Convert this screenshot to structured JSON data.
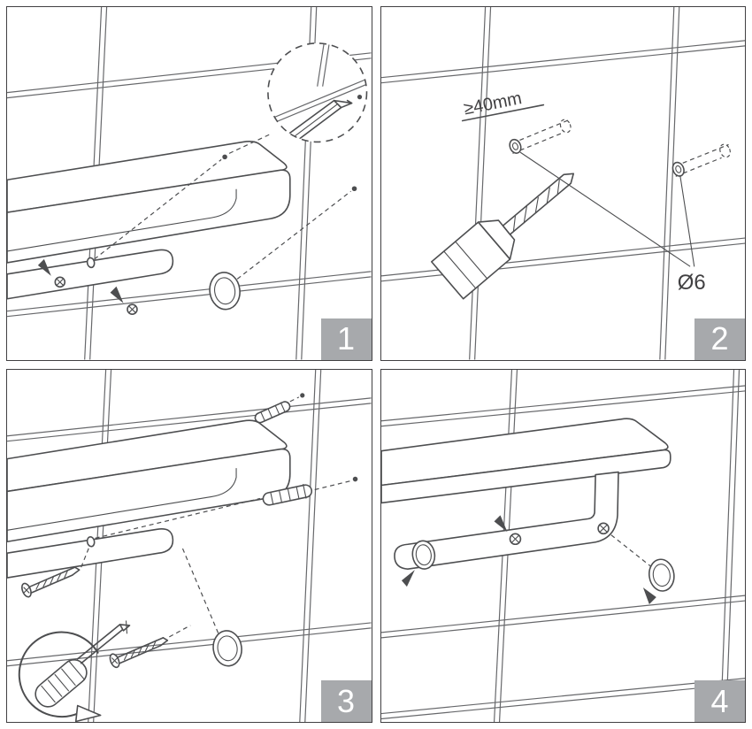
{
  "sheet": {
    "type": "pictorial-assembly-instructions",
    "subject": "wall-mounted-shelf-with-rail",
    "panel_count": 4
  },
  "steps": [
    {
      "number": "1",
      "action": "hold-unit-on-wall-and-mark-drill-points-with-pencil",
      "icons": [
        "shelf-unit",
        "mounting-hole",
        "marking-dot",
        "detail-magnifier",
        "pencil-icon"
      ]
    },
    {
      "number": "2",
      "action": "drill-holes-into-tiled-wall",
      "labels": {
        "min_depth": "≥40mm",
        "hole_diameter": "Ø6"
      },
      "icons": [
        "drill-icon",
        "drilled-hole-left",
        "drilled-hole-right"
      ]
    },
    {
      "number": "3",
      "action": "insert-wall-plugs-and-drive-screws",
      "icons": [
        "shelf-unit",
        "wall-plug",
        "screw",
        "screwdriver-icon",
        "rotation-arrow",
        "cover-cap"
      ]
    },
    {
      "number": "4",
      "action": "press-cover-caps-onto-screws",
      "icons": [
        "shelf-unit",
        "screw-head",
        "cover-cap",
        "pointer-arrow"
      ]
    }
  ],
  "colors": {
    "background": "#ffffff",
    "line_art": "#4d4e50",
    "tile_line": "#67686b",
    "panel_border": "#414042",
    "badge_background": "#a7a9ac",
    "badge_number": "#ffffff"
  }
}
